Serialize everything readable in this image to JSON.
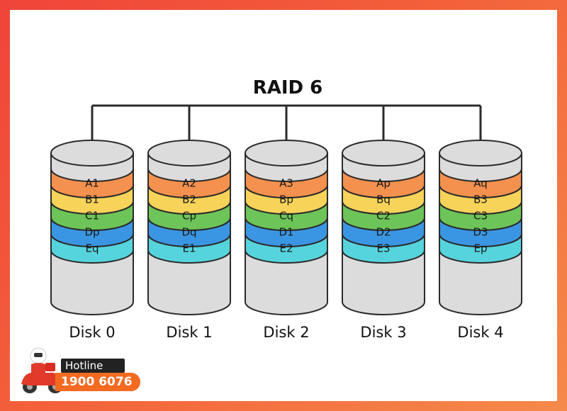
{
  "title": "RAID 6",
  "colors": {
    "A": "#f5914e",
    "B": "#f7d35a",
    "C": "#6dc458",
    "D": "#3a96e3",
    "E": "#56d4dd",
    "disk": "#dcdcdc",
    "stroke": "#2b2b2b"
  },
  "disks": [
    {
      "label": "Disk 0",
      "blocks": [
        "A1",
        "B1",
        "C1",
        "Dp",
        "Eq"
      ]
    },
    {
      "label": "Disk 1",
      "blocks": [
        "A2",
        "B2",
        "Cp",
        "Dq",
        "E1"
      ]
    },
    {
      "label": "Disk 2",
      "blocks": [
        "A3",
        "Bp",
        "Cq",
        "D1",
        "E2"
      ]
    },
    {
      "label": "Disk 3",
      "blocks": [
        "Ap",
        "Bq",
        "C2",
        "D2",
        "E3"
      ]
    },
    {
      "label": "Disk 4",
      "blocks": [
        "Aq",
        "B3",
        "C3",
        "D3",
        "Ep"
      ]
    }
  ],
  "hotline": {
    "label": "Hotline",
    "number": "1900 6076"
  }
}
